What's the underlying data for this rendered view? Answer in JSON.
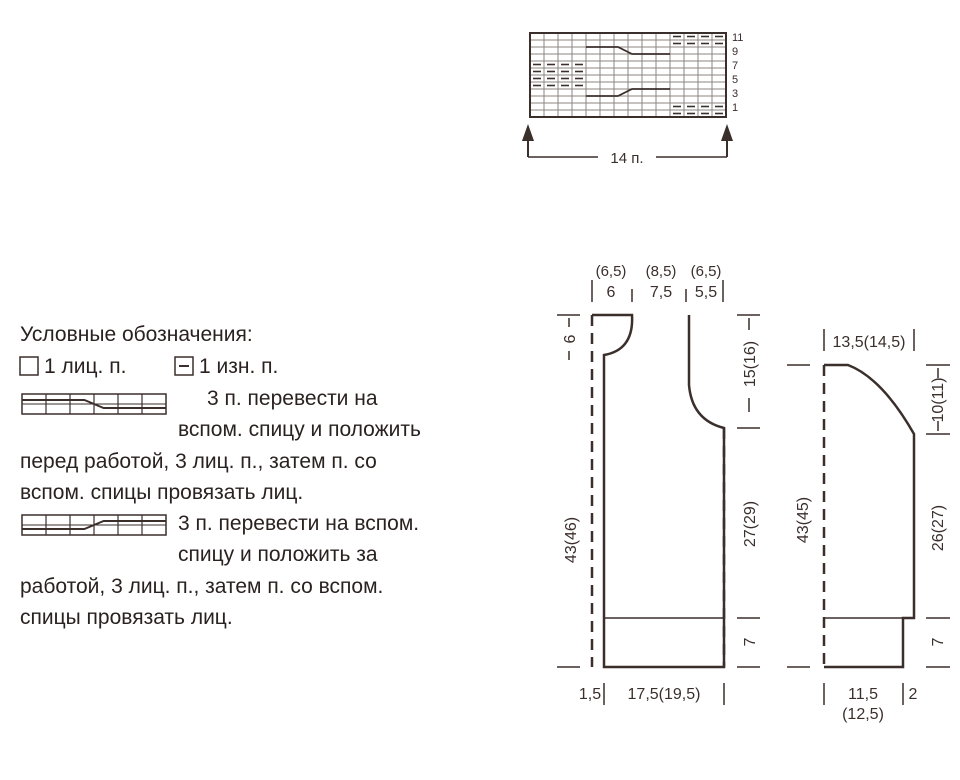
{
  "colors": {
    "ink": "#3b2f2c",
    "grid": "#8c8482",
    "text": "#2a2220"
  },
  "chart": {
    "row_numbers": [
      "11",
      "9",
      "7",
      "5",
      "3",
      "1"
    ],
    "stitch_count": "14 п."
  },
  "legend": {
    "title": "Условные обозначения:",
    "knit": "1 лиц. п.",
    "purl": "1 изн. п.",
    "cable_front": [
      "3 п. перевести на",
      "вспом. спицу и положить",
      "перед работой, 3 лиц. п., затем п. со",
      "вспом. спицы провязать лиц."
    ],
    "cable_back": [
      "3 п. перевести на вспом.",
      "спицу и положить за",
      "работой, 3 лиц. п., затем п. со вспом.",
      "спицы провязать лиц."
    ]
  },
  "front": {
    "top": [
      {
        "alt": "(6,5)",
        "main": "6"
      },
      {
        "alt": "(8,5)",
        "main": "7,5"
      },
      {
        "alt": "(6,5)",
        "main": "5,5"
      }
    ],
    "neck_depth": "6",
    "armhole": "15(16)",
    "side": "27(29)",
    "hem_right": "7",
    "total": "43(46)",
    "bottom_left": "1,5",
    "bottom_width": "17,5(19,5)"
  },
  "sleeve": {
    "top": "13,5(14,5)",
    "cap": "10(11)",
    "length": "26(27)",
    "cuff": "7",
    "total": "43(45)",
    "bottom_main": "11,5",
    "bottom_alt": "(12,5)",
    "bottom_right": "2"
  }
}
